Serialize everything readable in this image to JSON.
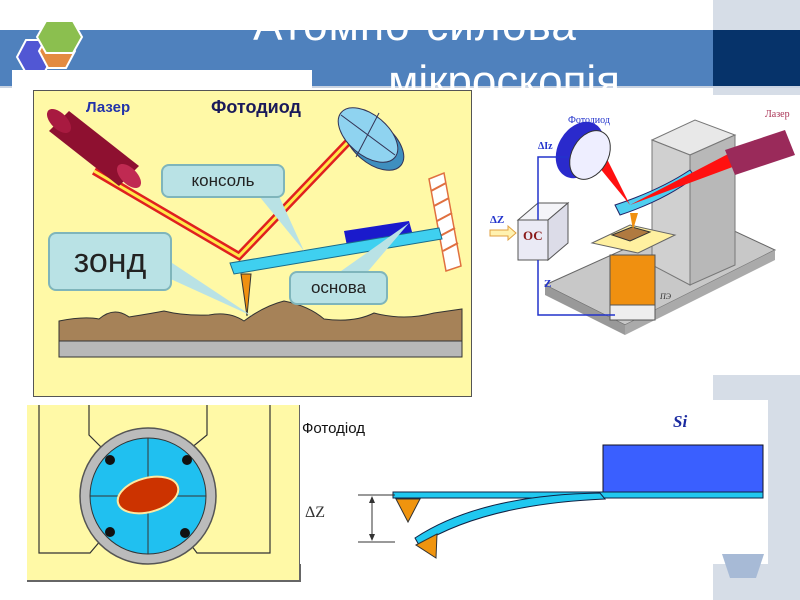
{
  "slide": {
    "title_line1": "Атомно-силова",
    "title_line2": "мікроскопія",
    "colors": {
      "header_band": "#4f81bd",
      "header_dark": "#06336a",
      "right_strip": "#d6dde7",
      "panel_yellow": "#fff9a6",
      "callout_fill": "#b9e2e5",
      "hex_blue": "#5157d4",
      "hex_green": "#8bbf4f",
      "hex_orange": "#e38b41"
    }
  },
  "main_diagram": {
    "label_laser": "Лазер",
    "label_photodiode": "Фотодиод",
    "callout_console": "консоль",
    "callout_probe": "зонд",
    "callout_base": "основа"
  },
  "setup_3d": {
    "label_photodiode": "Фотодиод",
    "label_laser": "Лазер",
    "label_delta_iz": "ΔIz",
    "label_delta_z": "ΔZ",
    "label_oc": "ОС",
    "label_z": "Z",
    "label_pe": "ПЭ"
  },
  "bend_diagram": {
    "label_photodiode": "Фотодіод",
    "label_si": "Si",
    "label_delta_z": "ΔZ"
  }
}
